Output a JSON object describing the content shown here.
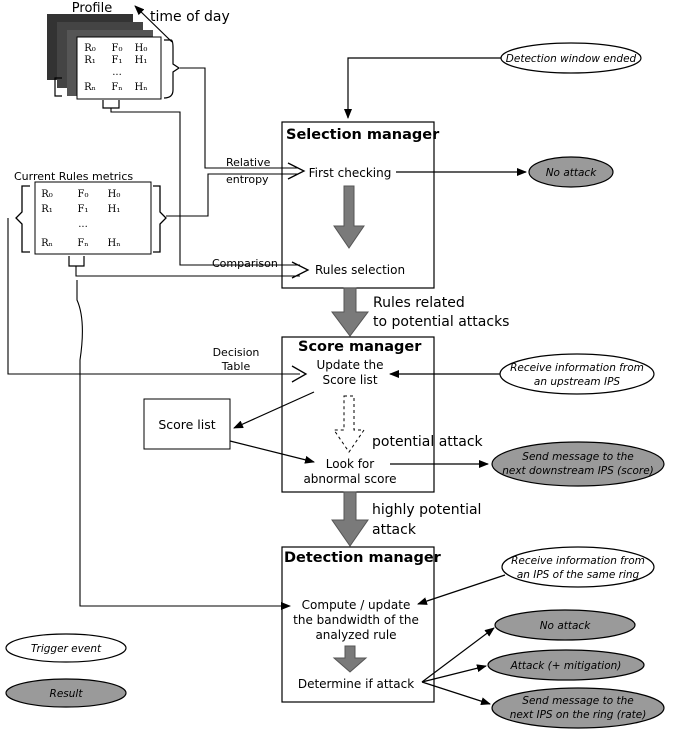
{
  "profile": {
    "title": "Profile",
    "time_of_day": "time of day",
    "rows": [
      [
        "R₀",
        "F₀",
        "H₀"
      ],
      [
        "R₁",
        "F₁",
        "H₁"
      ],
      [
        "",
        "...",
        ""
      ],
      [
        "Rₙ",
        "Fₙ",
        "Hₙ"
      ]
    ]
  },
  "current_rules": {
    "title": "Current Rules metrics",
    "rows": [
      [
        "R₀",
        "F₀",
        "H₀"
      ],
      [
        "R₁",
        "F₁",
        "H₁"
      ],
      [
        "",
        "...",
        ""
      ],
      [
        "Rₙ",
        "Fₙ",
        "Hₙ"
      ]
    ]
  },
  "selection_manager": {
    "title": "Selection manager",
    "first_checking": "First checking",
    "rules_selection": "Rules selection"
  },
  "score_manager": {
    "title": "Score manager",
    "update_line1": "Update the",
    "update_line2": "Score list",
    "look_line1": "Look for",
    "look_line2": "abnormal score"
  },
  "detection_manager": {
    "title": "Detection manager",
    "compute_line1": "Compute / update",
    "compute_line2": "the bandwidth of the",
    "compute_line3": "analyzed rule",
    "determine": "Determine if attack"
  },
  "score_list": "Score list",
  "labels": {
    "relative_line1": "Relative",
    "relative_line2": "entropy",
    "comparison": "Comparison",
    "decision_line1": "Decision",
    "decision_line2": "Table",
    "rules_related_line1": "Rules related",
    "rules_related_line2": "to potential attacks",
    "potential_attack": "potential attack",
    "highly_line1": "highly potential",
    "highly_line2": "attack"
  },
  "events": {
    "detection_window_ended": "Detection window ended",
    "receive_upstream_line1": "Receive information from",
    "receive_upstream_line2": "an upstream IPS",
    "receive_same_ring_line1": "Receive information from",
    "receive_same_ring_line2": "an IPS of the same ring"
  },
  "results": {
    "no_attack_1": "No attack",
    "send_downstream_line1": "Send message to the",
    "send_downstream_line2": "next downstream IPS (score)",
    "no_attack_2": "No attack",
    "attack_mitigation": "Attack (+ mitigation)",
    "send_ring_line1": "Send message to the",
    "send_ring_line2": "next IPS on the ring (rate)"
  },
  "legend": {
    "trigger_event": "Trigger event",
    "result": "Result"
  },
  "colors": {
    "result_fill": "#9a9a9a",
    "big_arrow_fill": "#7a7a7a",
    "line": "#000000"
  }
}
